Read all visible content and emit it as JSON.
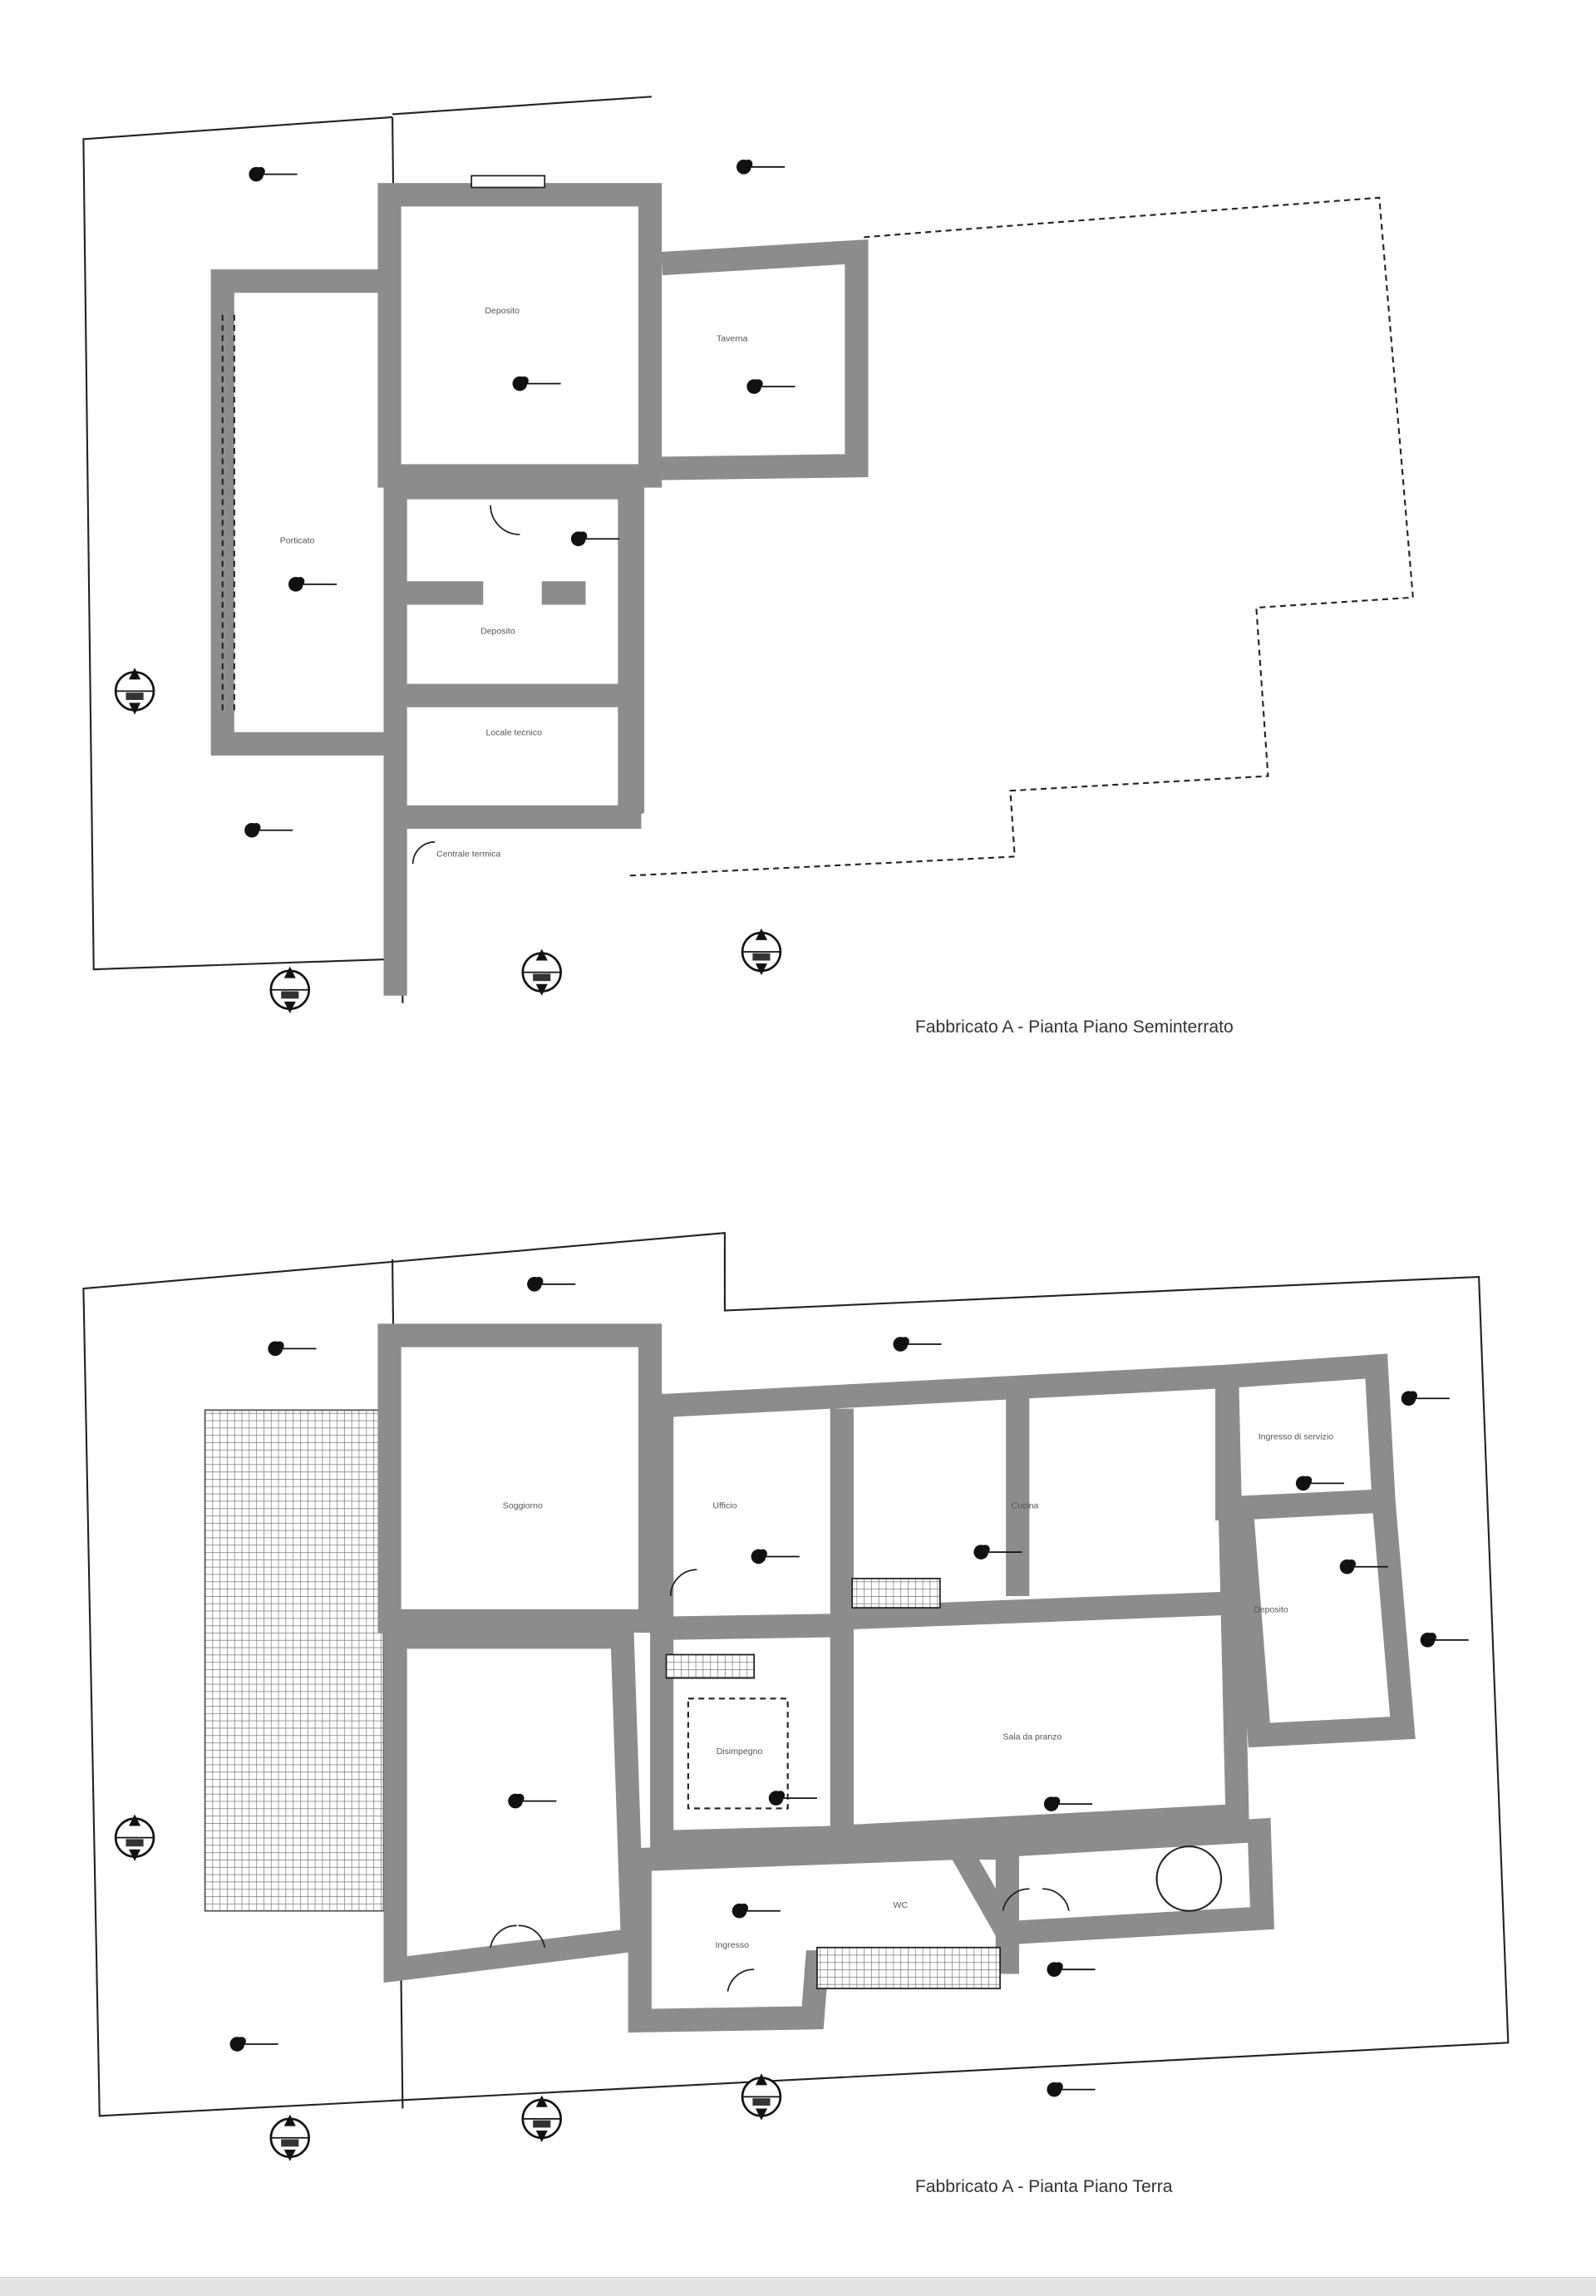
{
  "plans": [
    {
      "title": "Fabbricato A - Pianta Piano Seminterrato",
      "rooms": [
        "Deposito",
        "Taverna",
        "Porticato",
        "Deposito",
        "Locale tecnico",
        "Centrale termica"
      ]
    },
    {
      "title": "Fabbricato A - Pianta Piano Terra",
      "rooms": [
        "Soggiorno",
        "Ufficio",
        "Cucina",
        "Ingresso di servizio",
        "Deposito",
        "Disimpegno",
        "Sala da pranzo",
        "WC",
        "Ingresso"
      ]
    }
  ],
  "colors": {
    "wall": "#8c8c8c",
    "line": "#222222",
    "footer": "#e4e4e4"
  }
}
